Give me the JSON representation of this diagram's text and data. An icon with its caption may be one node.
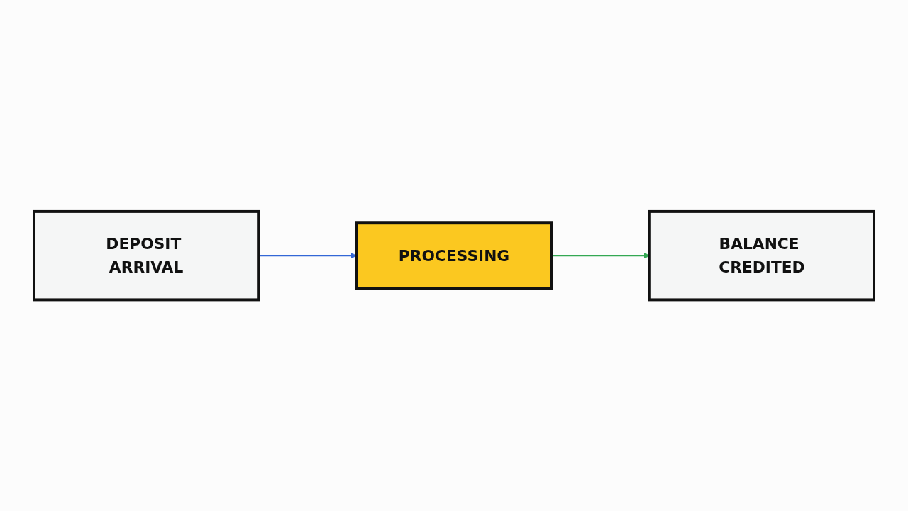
{
  "diagram": {
    "nodes": [
      {
        "text": [
          "DEPOSIT ARRIVAL"
        ]
      },
      {
        "text": [
          "PROCESSING"
        ]
      },
      {
        "text": [
          "BALANCE CREDITED"
        ]
      }
    ],
    "edges": [
      {
        "from": 0,
        "to": 1,
        "arrow": "to",
        "color": "#3367d6"
      },
      {
        "from": 1,
        "to": 2,
        "arrow": "to",
        "color": "#34a853"
      }
    ]
  }
}
